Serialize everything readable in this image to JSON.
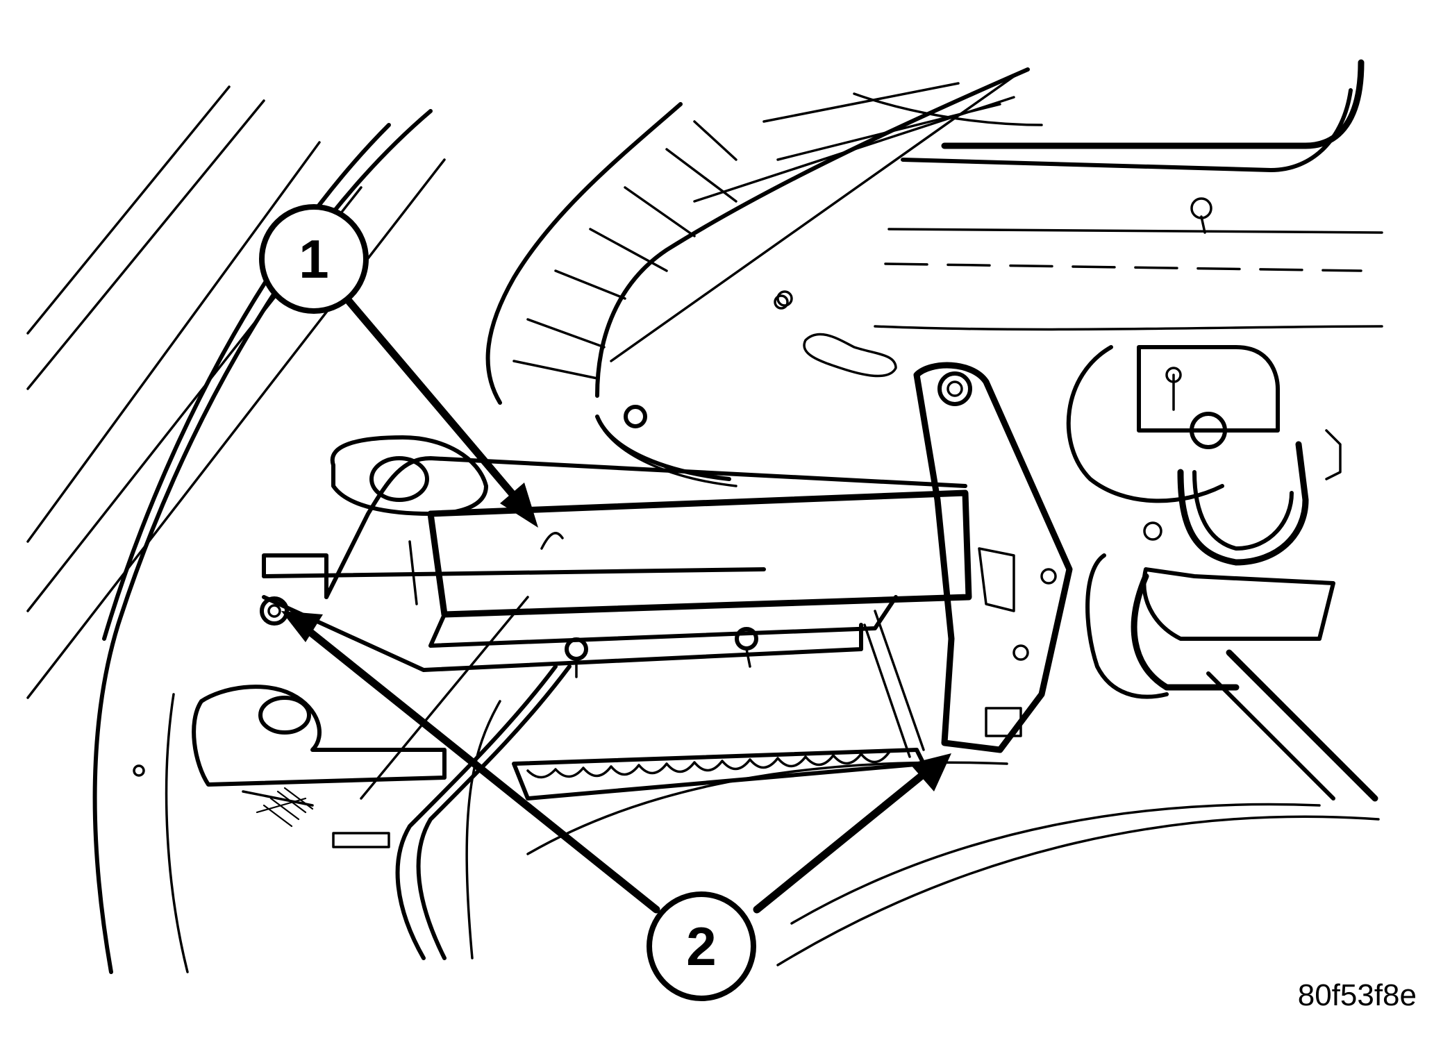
{
  "callouts": [
    {
      "label": "1"
    },
    {
      "label": "2"
    }
  ],
  "figure_id": "80f53f8e",
  "colors": {
    "ink": "#000000",
    "paper": "#ffffff"
  }
}
